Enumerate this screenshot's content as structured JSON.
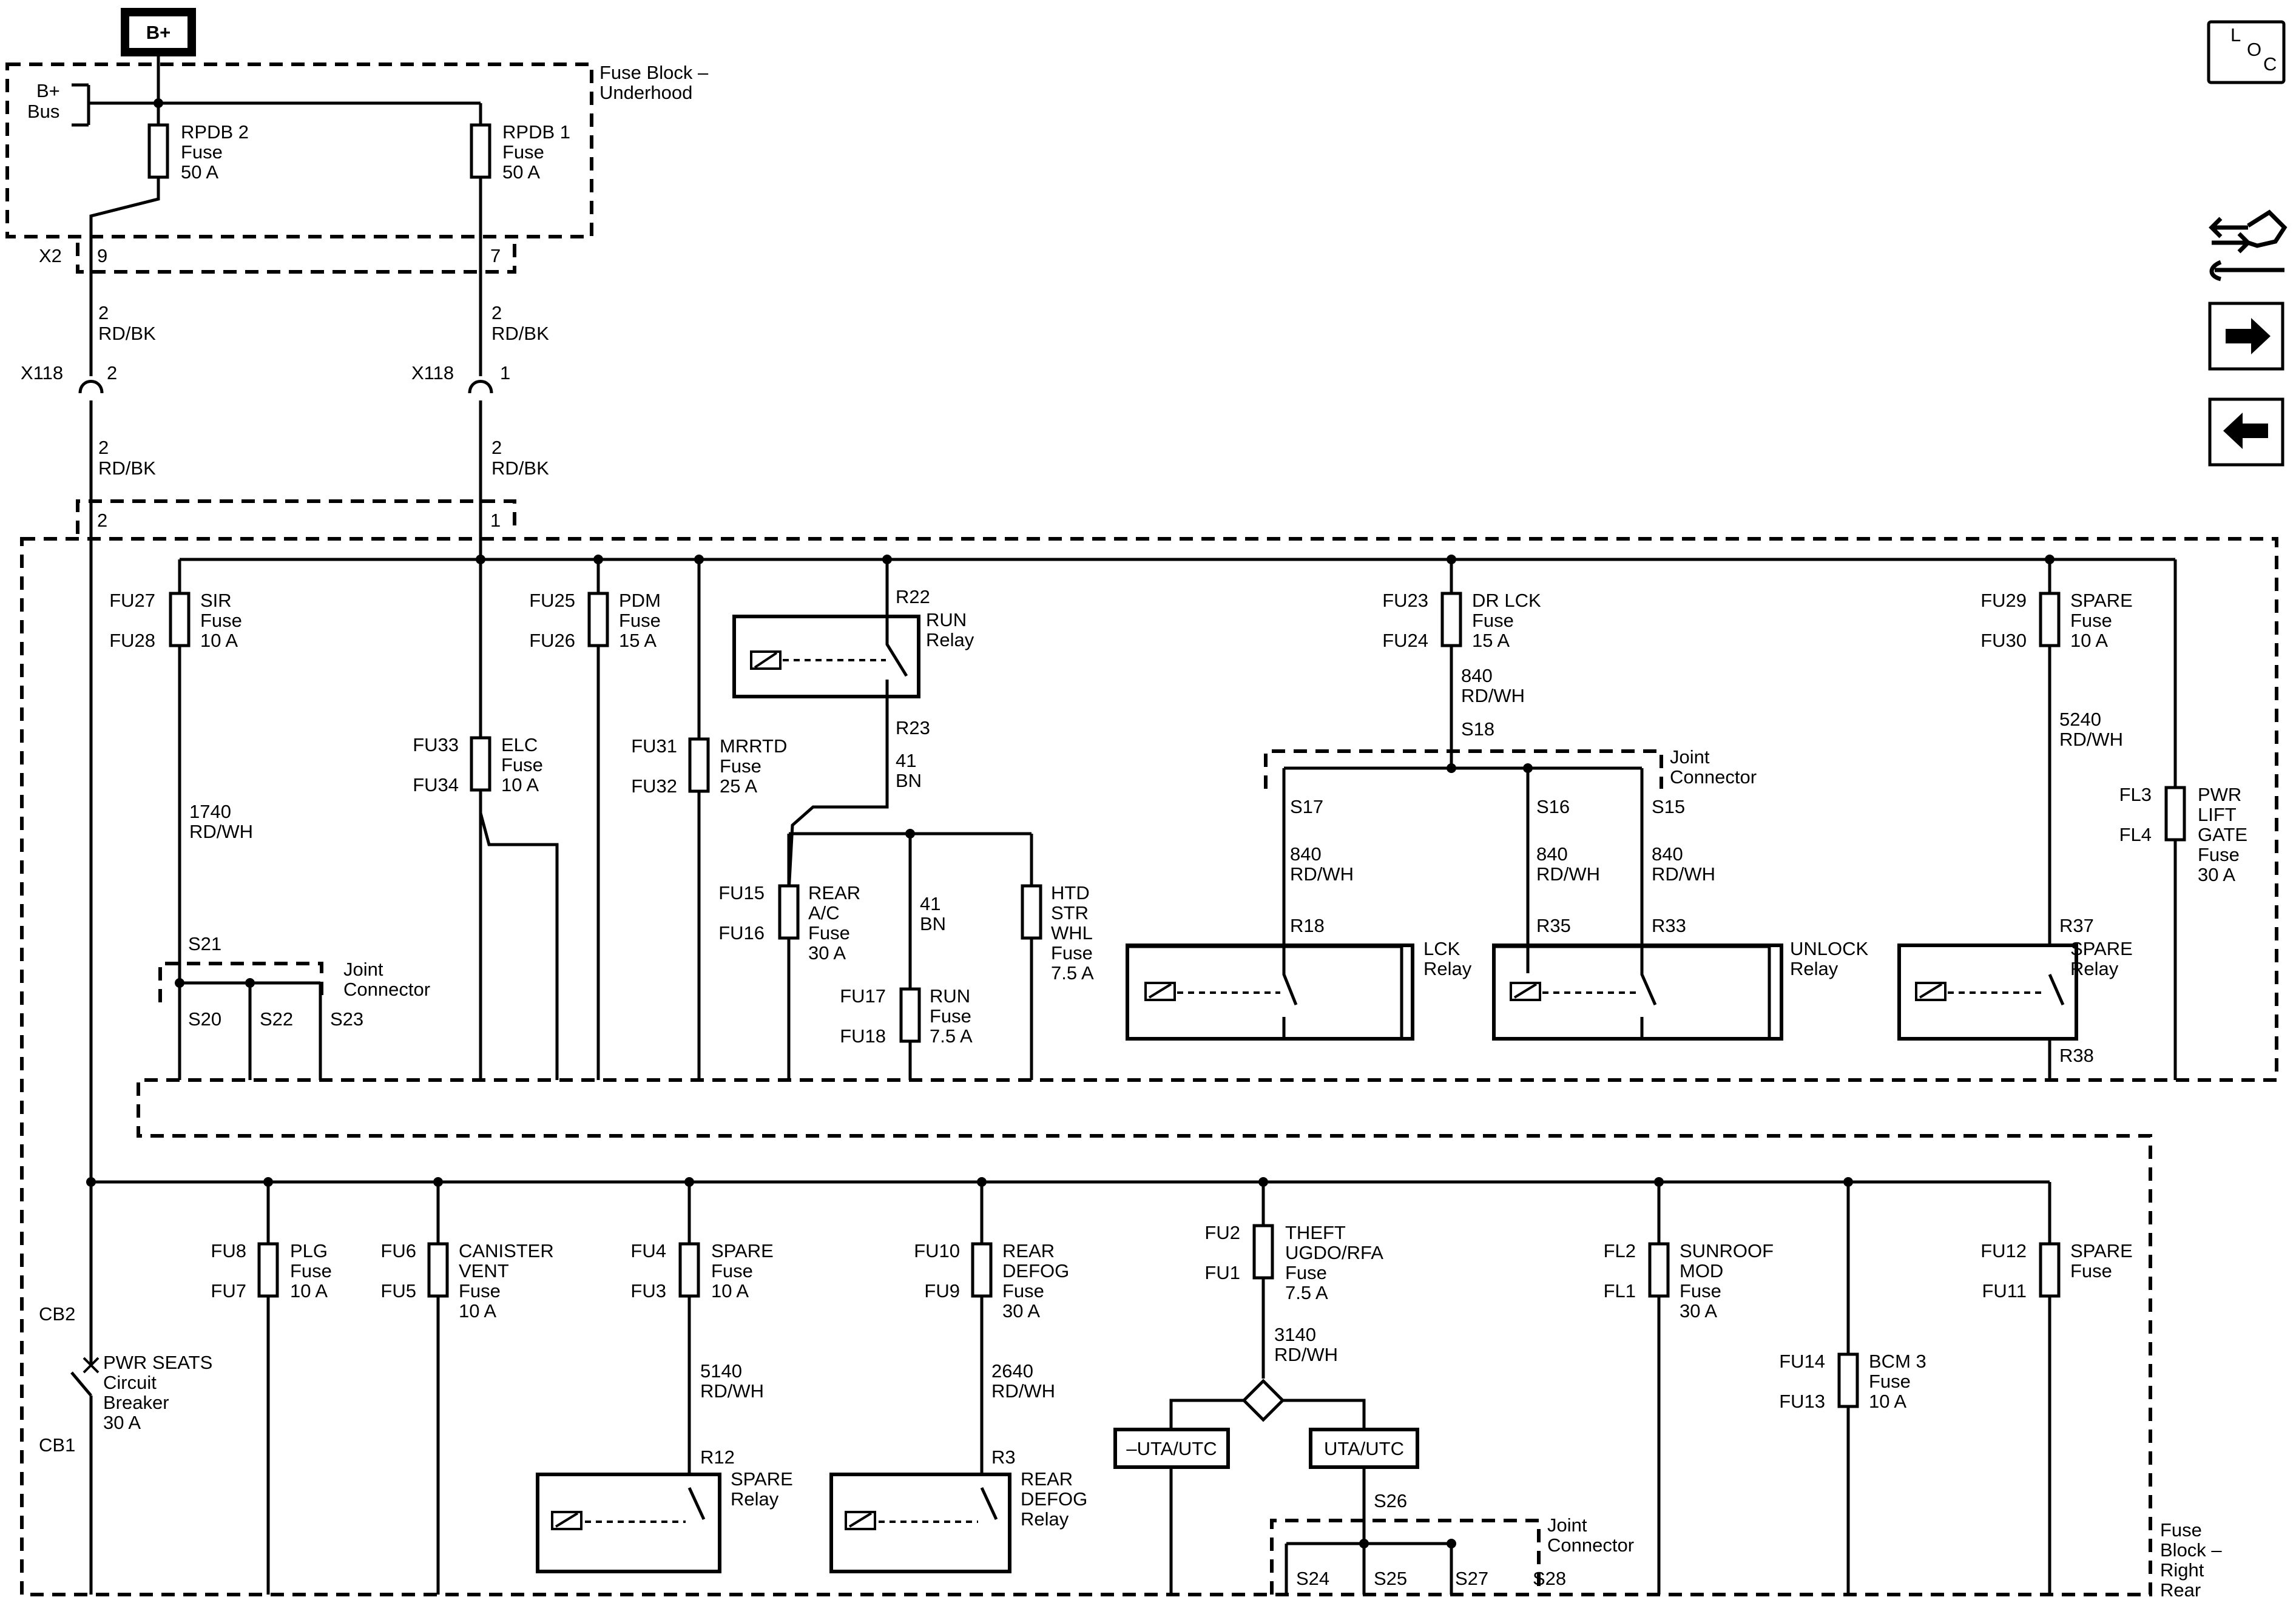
{
  "header": {
    "supply_label": "B+",
    "loc_letters": [
      "L",
      "O",
      "C"
    ]
  },
  "underhood": {
    "block_label": [
      "Fuse Block –",
      "Underhood"
    ],
    "bus_label": [
      "B+",
      "Bus"
    ],
    "fuses": [
      {
        "id": "RPDB 2",
        "lines": [
          "RPDB 2",
          "Fuse",
          "50 A"
        ]
      },
      {
        "id": "RPDB 1",
        "lines": [
          "RPDB 1",
          "Fuse",
          "50 A"
        ]
      }
    ],
    "connector_x2": {
      "name": "X2",
      "pins": [
        "9",
        "7"
      ]
    },
    "wire_segments": [
      {
        "circuit": "2",
        "color": "RD/BK"
      },
      {
        "circuit": "2",
        "color": "RD/BK"
      },
      {
        "circuit": "2",
        "color": "RD/BK"
      },
      {
        "circuit": "2",
        "color": "RD/BK"
      }
    ],
    "connector_x118": {
      "name": "X118",
      "pins": [
        "2",
        "1"
      ]
    },
    "rear_block_pins": [
      "2",
      "1"
    ]
  },
  "upper_row": {
    "fuses": [
      {
        "pins": [
          "FU27",
          "FU28"
        ],
        "lines": [
          "SIR",
          "Fuse",
          "10 A"
        ]
      },
      {
        "pins": [
          "FU33",
          "FU34"
        ],
        "lines": [
          "ELC",
          "Fuse",
          "10 A"
        ]
      },
      {
        "pins": [
          "FU25",
          "FU26"
        ],
        "lines": [
          "PDM",
          "Fuse",
          "15 A"
        ]
      },
      {
        "pins": [
          "FU31",
          "FU32"
        ],
        "lines": [
          "MRRTD",
          "Fuse",
          "25 A"
        ]
      },
      {
        "pins": [
          "FU15",
          "FU16"
        ],
        "lines": [
          "REAR",
          "A/C",
          "Fuse",
          "30 A"
        ]
      },
      {
        "pins": [
          "FU17",
          "FU18"
        ],
        "lines": [
          "RUN",
          "Fuse",
          "7.5 A"
        ]
      },
      {
        "pins": [],
        "lines": [
          "HTD",
          "STR",
          "WHL",
          "Fuse",
          "7.5 A"
        ]
      },
      {
        "pins": [
          "FU23",
          "FU24"
        ],
        "lines": [
          "DR LCK",
          "Fuse",
          "15 A"
        ]
      },
      {
        "pins": [
          "FU29",
          "FU30"
        ],
        "lines": [
          "SPARE",
          "Fuse",
          "10 A"
        ]
      },
      {
        "pins": [
          "FL3",
          "FL4"
        ],
        "lines": [
          "PWR",
          "LIFT",
          "GATE",
          "Fuse",
          "30 A"
        ]
      }
    ],
    "wires": [
      {
        "circuit": "1740",
        "color": "RD/WH"
      },
      {
        "circuit": "41",
        "color": "BN"
      },
      {
        "circuit": "41",
        "color": "BN"
      },
      {
        "circuit": "840",
        "color": "RD/WH"
      },
      {
        "circuit": "840",
        "color": "RD/WH"
      },
      {
        "circuit": "840",
        "color": "RD/WH"
      },
      {
        "circuit": "840",
        "color": "RD/WH"
      },
      {
        "circuit": "5240",
        "color": "RD/WH"
      }
    ],
    "relays": [
      {
        "name": [
          "RUN",
          "Relay"
        ],
        "pins": [
          "R22",
          "R23"
        ]
      },
      {
        "name": [
          "LCK",
          "Relay"
        ],
        "pins": [
          "R18"
        ]
      },
      {
        "name": [
          "UNLOCK",
          "Relay"
        ],
        "pins": [
          "R35",
          "R33"
        ]
      },
      {
        "name": [
          "SPARE",
          "Relay"
        ],
        "pins": [
          "R37",
          "R38"
        ]
      }
    ],
    "joint_connectors": [
      {
        "label": [
          "Joint",
          "Connector"
        ],
        "splices": [
          "S21",
          "S20",
          "S22",
          "S23"
        ]
      },
      {
        "label": [
          "Joint",
          "Connector"
        ],
        "splices": [
          "S18",
          "S17",
          "S16",
          "S15"
        ]
      }
    ]
  },
  "lower_row": {
    "block_label": [
      "Fuse",
      "Block –",
      "Right",
      "Rear"
    ],
    "breaker": {
      "pins": [
        "CB2",
        "CB1"
      ],
      "lines": [
        "PWR SEATS",
        "Circuit",
        "Breaker",
        "30 A"
      ]
    },
    "fuses": [
      {
        "pins": [
          "FU8",
          "FU7"
        ],
        "lines": [
          "PLG",
          "Fuse",
          "10 A"
        ]
      },
      {
        "pins": [
          "FU6",
          "FU5"
        ],
        "lines": [
          "CANISTER",
          "VENT",
          "Fuse",
          "10 A"
        ]
      },
      {
        "pins": [
          "FU4",
          "FU3"
        ],
        "lines": [
          "SPARE",
          "Fuse",
          "10 A"
        ]
      },
      {
        "pins": [
          "FU10",
          "FU9"
        ],
        "lines": [
          "REAR",
          "DEFOG",
          "Fuse",
          "30 A"
        ]
      },
      {
        "pins": [
          "FU2",
          "FU1"
        ],
        "lines": [
          "THEFT",
          "UGDO/RFA",
          "Fuse",
          "7.5 A"
        ]
      },
      {
        "pins": [
          "FL2",
          "FL1"
        ],
        "lines": [
          "SUNROOF",
          "MOD",
          "Fuse",
          "30 A"
        ]
      },
      {
        "pins": [
          "FU14",
          "FU13"
        ],
        "lines": [
          "BCM 3",
          "Fuse",
          "10 A"
        ]
      },
      {
        "pins": [
          "FU12",
          "FU11"
        ],
        "lines": [
          "SPARE",
          "Fuse"
        ]
      }
    ],
    "wires": [
      {
        "circuit": "5140",
        "color": "RD/WH"
      },
      {
        "circuit": "2640",
        "color": "RD/WH"
      },
      {
        "circuit": "3140",
        "color": "RD/WH"
      }
    ],
    "relays": [
      {
        "name": [
          "SPARE",
          "Relay"
        ],
        "pins": [
          "R12"
        ]
      },
      {
        "name": [
          "REAR",
          "DEFOG",
          "Relay"
        ],
        "pins": [
          "R3"
        ]
      }
    ],
    "options": [
      "–UTA/UTC",
      "UTA/UTC"
    ],
    "joint_connector": {
      "label": [
        "Joint",
        "Connector"
      ],
      "splices": [
        "S26",
        "S24",
        "S25",
        "S27",
        "S28"
      ]
    }
  }
}
